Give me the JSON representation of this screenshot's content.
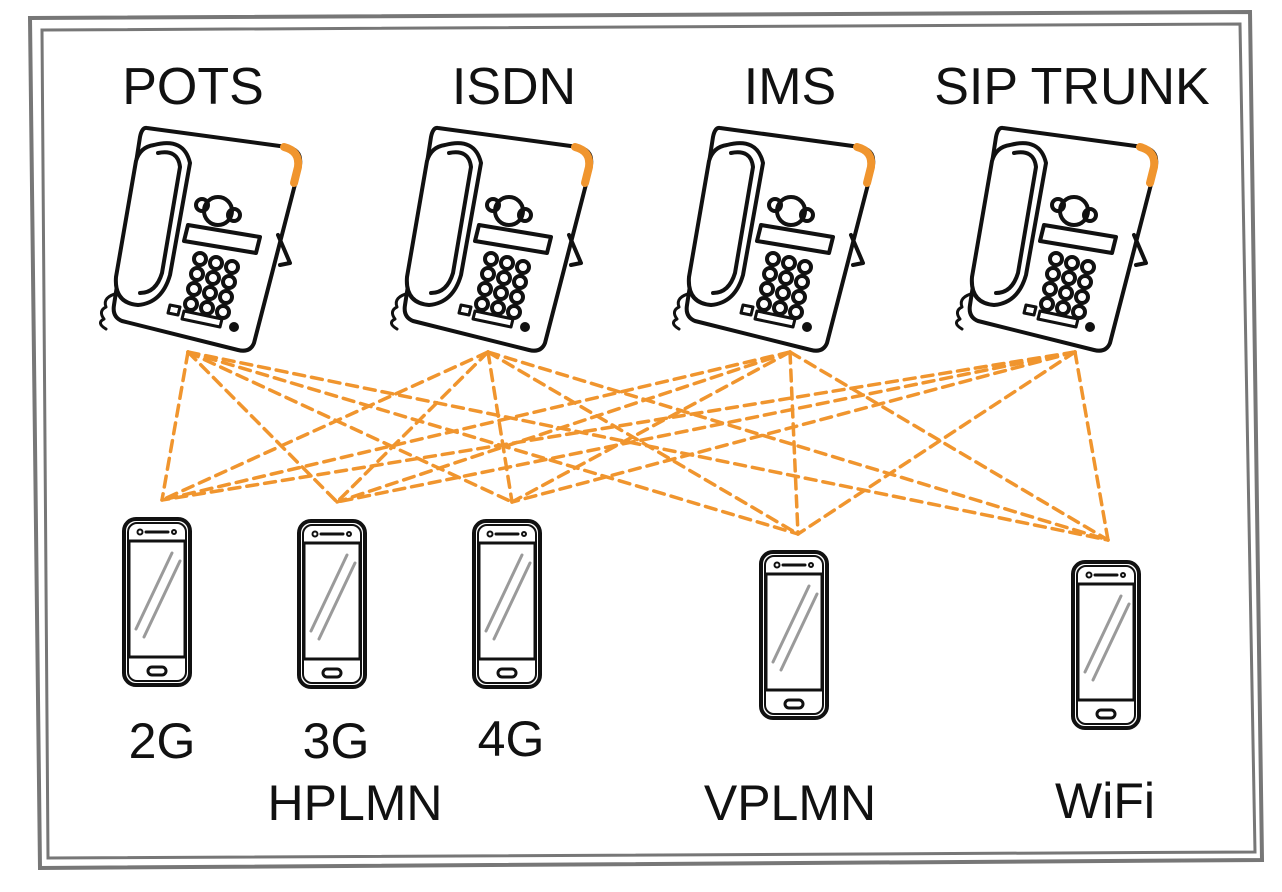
{
  "diagram": {
    "colors": {
      "line": "#f0952e",
      "ink": "#111111",
      "paper": "#ffffff",
      "frame": "#777777"
    },
    "desk_phones": [
      {
        "label": "POTS",
        "icon": "desk-phone-icon"
      },
      {
        "label": "ISDN",
        "icon": "desk-phone-icon"
      },
      {
        "label": "IMS",
        "icon": "desk-phone-icon"
      },
      {
        "label": "SIP TRUNK",
        "icon": "desk-phone-icon"
      }
    ],
    "mobile_phones": [
      {
        "label": "2G",
        "icon": "smartphone-icon"
      },
      {
        "label": "3G",
        "icon": "smartphone-icon"
      },
      {
        "label": "4G",
        "icon": "smartphone-icon"
      },
      {
        "label": "",
        "icon": "smartphone-icon"
      },
      {
        "label": "",
        "icon": "smartphone-icon"
      }
    ],
    "group_labels": {
      "hplmn": "HPLMN",
      "vplmn": "VPLMN",
      "wifi": "WiFi"
    },
    "connections": "every desk phone is linked to every mobile phone by a dashed line"
  }
}
